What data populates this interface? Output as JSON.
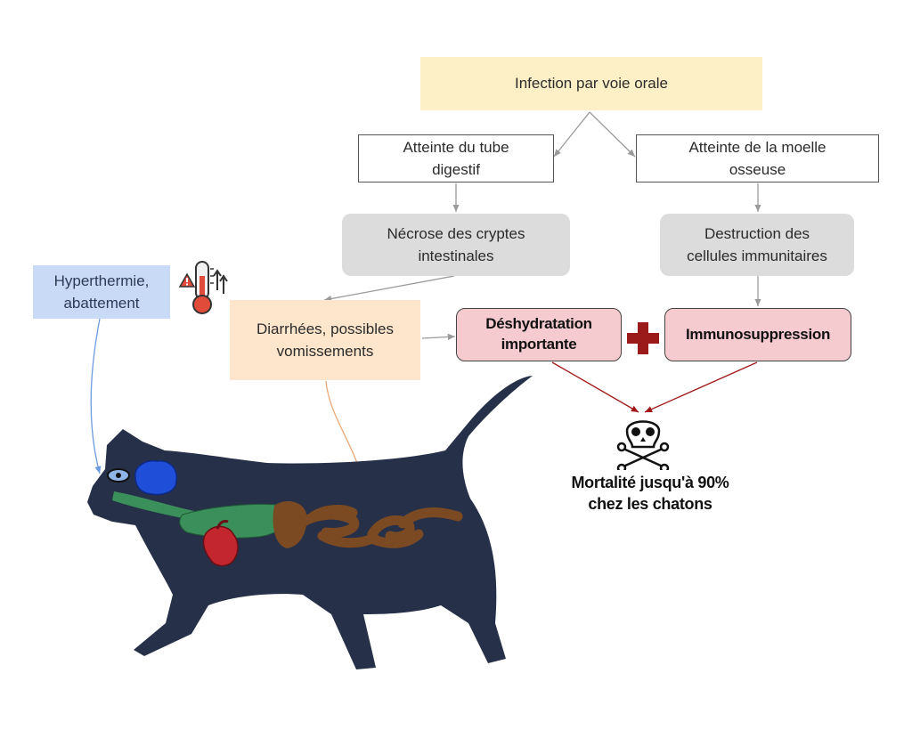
{
  "nodes": {
    "infection": "Infection par voie orale",
    "digestive": "Atteinte du tube\ndigestif",
    "marrow": "Atteinte de la moelle\nosseuse",
    "necrosis": "Nécrose des cryptes\nintestinales",
    "destruction": "Destruction des\ncellules immunitaires",
    "hyperthermia": "Hyperthermie,\nabattement",
    "diarrhea": "Diarrhées, possibles\nvomissements",
    "dehydration": "Déshydratation\nimportante",
    "immuno": "Immunosuppression",
    "mortality": "Mortalité jusqu'à 90%\nchez les chatons"
  },
  "icons": {
    "thermometer": "thermometer-alert-icon",
    "plus": "red-cross-plus-icon",
    "skull": "skull-crossbones-icon"
  },
  "colors": {
    "infection_bg": "#fdefc6",
    "necrosis_bg": "#dcdcdc",
    "hyperthermia_bg": "#c9daf6",
    "diarrhea_bg": "#fde6cb",
    "severe_bg": "#f6cbd0",
    "plus": "#9b1b1b",
    "cat_body": "#263048",
    "brain": "#1f4fd8",
    "stomach": "#3a8f5a",
    "heart": "#c3262e",
    "intestine": "#7b4a22"
  }
}
